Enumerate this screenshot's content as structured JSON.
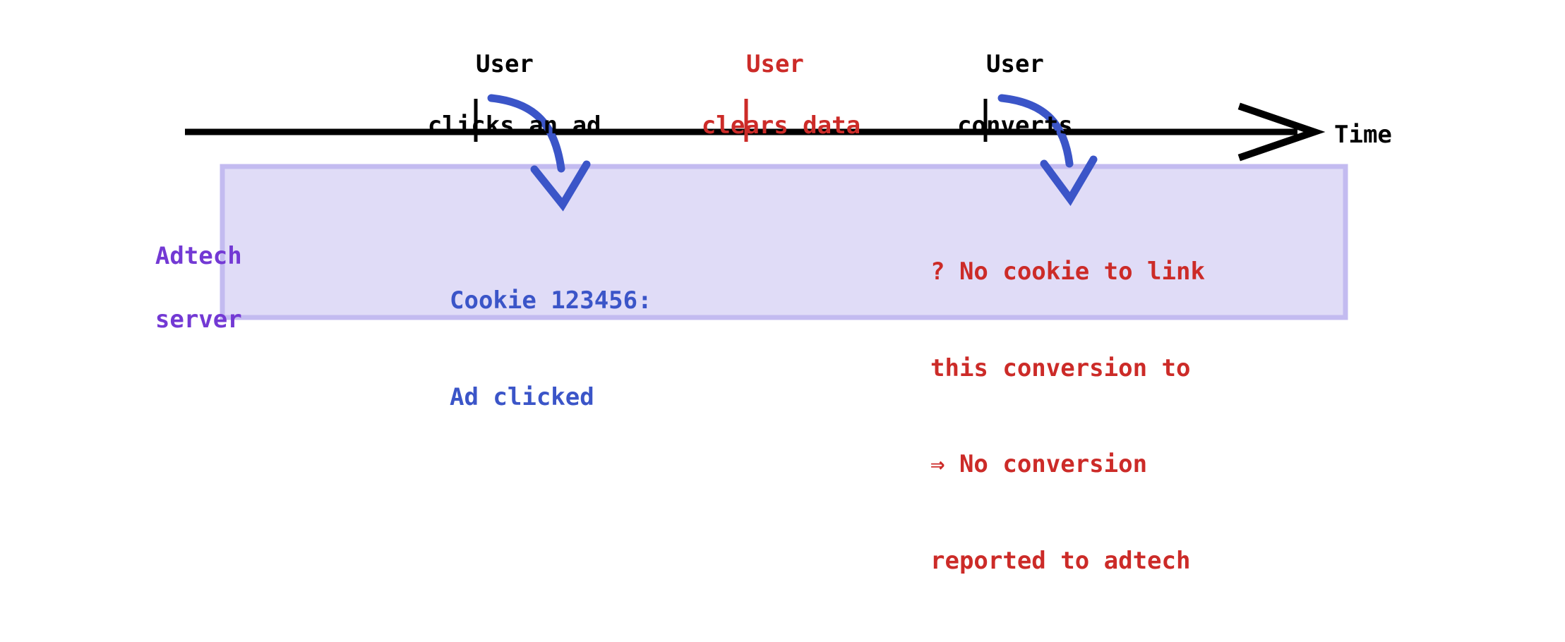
{
  "diagram": {
    "title_semantic": "ad-attribution-timeline-cookie-cleared",
    "colors": {
      "black": "#000000",
      "red": "#cc2b28",
      "blue": "#3b55c8",
      "purple": "#7339d4",
      "box_fill": "#e0dcf7",
      "box_border": "#c3bbf0",
      "background": "#ffffff"
    }
  },
  "timeline": {
    "axis_label": "Time",
    "events": [
      {
        "id": "click",
        "line1": "User",
        "line2": "clicks an ad",
        "color": "#000000",
        "tick_color": "#000000"
      },
      {
        "id": "clear",
        "line1": "User",
        "line2": "clears data",
        "color": "#cc2b28",
        "tick_color": "#cc2b28"
      },
      {
        "id": "convert",
        "line1": "User",
        "line2": "converts",
        "color": "#000000",
        "tick_color": "#000000"
      }
    ]
  },
  "server_panel": {
    "label_line1": "Adtech",
    "label_line2": "server",
    "notes": [
      {
        "id": "cookie-logged",
        "color": "#3b55c8",
        "lines": [
          "Cookie 123456:",
          "Ad clicked"
        ]
      },
      {
        "id": "no-cookie-warning",
        "color": "#cc2b28",
        "lines": [
          "? No cookie to link",
          "this conversion to",
          "⇒ No conversion",
          "reported to adtech"
        ]
      }
    ]
  },
  "icons": {
    "time_arrow": "arrow-right-icon",
    "link_arrow_click": "curved-down-arrow-icon",
    "link_arrow_convert": "curved-down-arrow-icon"
  }
}
